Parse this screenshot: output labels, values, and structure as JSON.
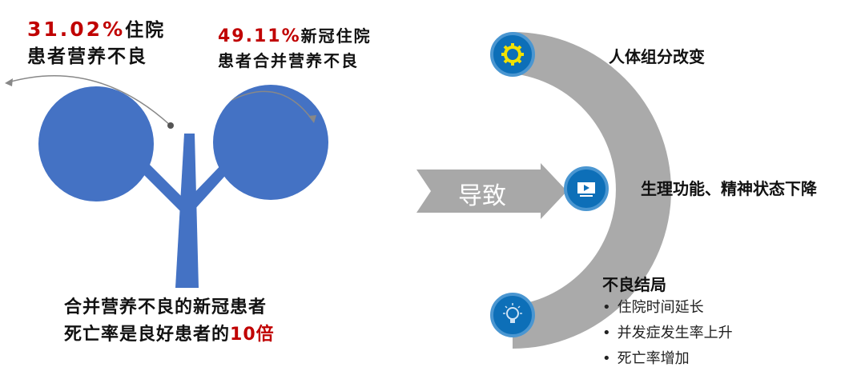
{
  "left": {
    "stat1": {
      "percent": "31.02%",
      "text_a": "住院",
      "text_b": "患者营养不良"
    },
    "stat2": {
      "percent": "49.11%",
      "text_a": "新冠住院",
      "text_b": "患者合并营养不良"
    },
    "bottom": {
      "line1": "合并营养不良的新冠患者",
      "line2_a": "死亡率是良好患者的",
      "line2_highlight": "10倍"
    }
  },
  "arrow": {
    "label": "导致"
  },
  "right": {
    "item1": {
      "label": "人体组分改变",
      "icon": "gear-icon"
    },
    "item2": {
      "label": "生理功能、精神状态下降",
      "icon": "monitor-icon"
    },
    "item3": {
      "label": "不良结局",
      "icon": "lightbulb-icon",
      "bullets": [
        "住院时间延长",
        "并发症发生率上升",
        "死亡率增加"
      ]
    }
  },
  "colors": {
    "circle": "#4472c4",
    "accent_red": "#c00000",
    "arc_gray": "#aaaaaa",
    "icon_blue": "#0d6fb8"
  }
}
